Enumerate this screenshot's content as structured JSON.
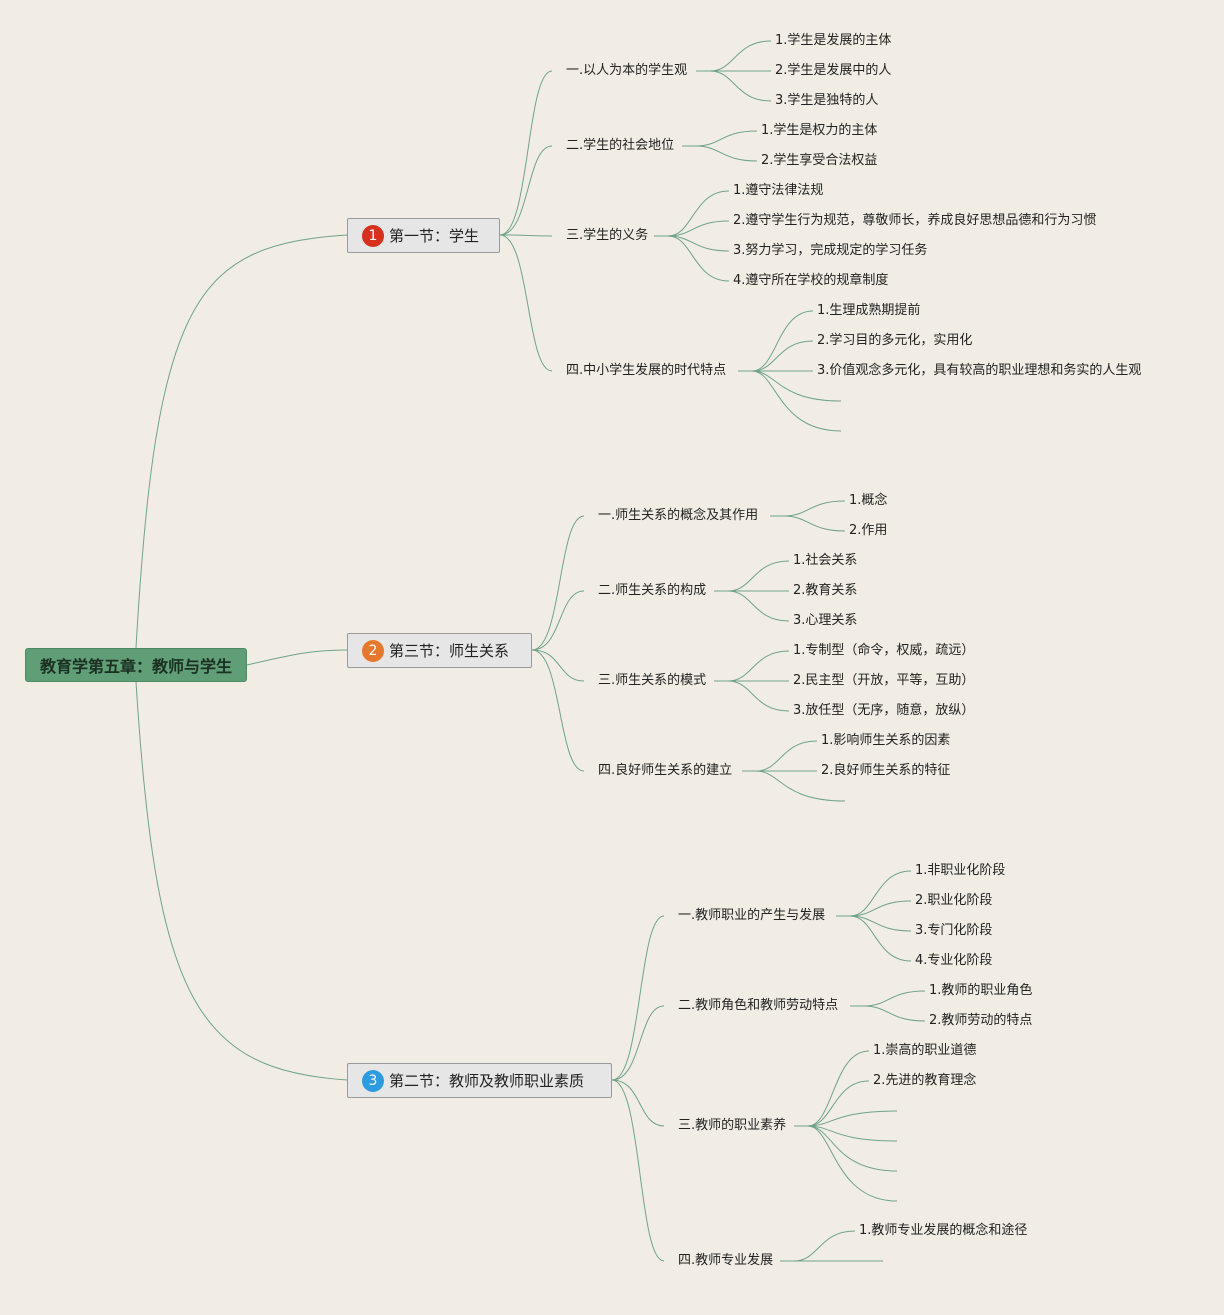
{
  "root": {
    "label": "教育学第五章：教师与学生"
  },
  "colors": {
    "background": "#f1ede4",
    "line": "#6fa38a",
    "root_fill": "#5f9e77",
    "section_fill": "#e6e6e6",
    "badge_red": "#d7301f",
    "badge_orange": "#e8772e",
    "badge_blue": "#2d9be0"
  },
  "sections": [
    {
      "badge": "1",
      "badge_color": "#d7301f",
      "title": "第一节：学生",
      "topics": [
        {
          "label": "一.以人为本的学生观",
          "items": [
            "1.学生是发展的主体",
            "2.学生是发展中的人",
            "3.学生是独特的人"
          ],
          "empty_items": 0
        },
        {
          "label": "二.学生的社会地位",
          "items": [
            "1.学生是权力的主体",
            "2.学生享受合法权益"
          ],
          "empty_items": 0
        },
        {
          "label": "三.学生的义务",
          "items": [
            "1.遵守法律法规",
            "2.遵守学生行为规范，尊敬师长，养成良好思想品德和行为习惯",
            "3.努力学习，完成规定的学习任务",
            "4.遵守所在学校的规章制度"
          ],
          "empty_items": 0
        },
        {
          "label": "四.中小学生发展的时代特点",
          "items": [
            "1.生理成熟期提前",
            "2.学习目的多元化，实用化",
            "3.价值观念多元化，具有较高的职业理想和务实的人生观"
          ],
          "empty_items": 2
        }
      ]
    },
    {
      "badge": "2",
      "badge_color": "#e8772e",
      "title": "第三节：师生关系",
      "topics": [
        {
          "label": "一.师生关系的概念及其作用",
          "items": [
            "1.概念",
            "2.作用"
          ],
          "empty_items": 0
        },
        {
          "label": "二.师生关系的构成",
          "items": [
            "1.社会关系",
            "2.教育关系",
            "3.心理关系"
          ],
          "empty_items": 0
        },
        {
          "label": "三.师生关系的模式",
          "items": [
            "1.专制型（命令，权威，疏远）",
            "2.民主型（开放，平等，互助）",
            "3.放任型（无序，随意，放纵）"
          ],
          "empty_items": 0
        },
        {
          "label": "四.良好师生关系的建立",
          "items": [
            "1.影响师生关系的因素",
            "2.良好师生关系的特征"
          ],
          "empty_items": 1
        }
      ]
    },
    {
      "badge": "3",
      "badge_color": "#2d9be0",
      "title": "第二节：教师及教师职业素质",
      "topics": [
        {
          "label": "一.教师职业的产生与发展",
          "items": [
            "1.非职业化阶段",
            "2.职业化阶段",
            "3.专门化阶段",
            "4.专业化阶段"
          ],
          "empty_items": 0
        },
        {
          "label": "二.教师角色和教师劳动特点",
          "items": [
            "1.教师的职业角色",
            "2.教师劳动的特点"
          ],
          "empty_items": 0
        },
        {
          "label": "三.教师的职业素养",
          "items": [
            "1.崇高的职业道德",
            "2.先进的教育理念"
          ],
          "empty_items": 4
        },
        {
          "label": "四.教师专业发展",
          "items": [
            "1.教师专业发展的概念和途径"
          ],
          "empty_items": 1
        }
      ]
    }
  ]
}
